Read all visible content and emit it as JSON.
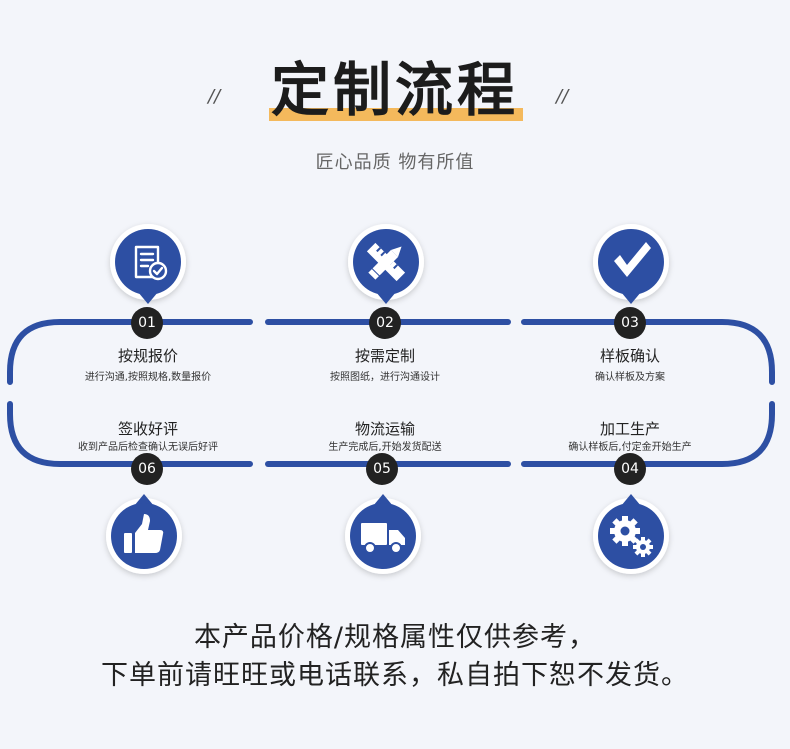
{
  "title": "定制流程",
  "title_deco": "//",
  "subtitle": "匠心品质 物有所值",
  "colors": {
    "accent": "#2d4fa3",
    "underline": "#f4b95c",
    "badge": "#222222"
  },
  "steps": [
    {
      "num": "01",
      "title": "按规报价",
      "desc": "进行沟通,按照规格,数量报价",
      "icon": "document-check-icon"
    },
    {
      "num": "02",
      "title": "按需定制",
      "desc": "按照图纸，进行沟通设计",
      "icon": "pencil-ruler-icon"
    },
    {
      "num": "03",
      "title": "样板确认",
      "desc": "确认样板及方案",
      "icon": "checkmark-icon"
    },
    {
      "num": "04",
      "title": "加工生产",
      "desc": "确认样板后,付定金开始生产",
      "icon": "gears-icon"
    },
    {
      "num": "05",
      "title": "物流运输",
      "desc": "生产完成后,开始发货配送",
      "icon": "truck-icon"
    },
    {
      "num": "06",
      "title": "签收好评",
      "desc": "收到产品后检查确认无误后好评",
      "icon": "thumbs-up-icon"
    }
  ],
  "footer": {
    "line1": "本产品价格/规格属性仅供参考，",
    "line2": "下单前请旺旺或电话联系，私自拍下恕不发货。"
  }
}
